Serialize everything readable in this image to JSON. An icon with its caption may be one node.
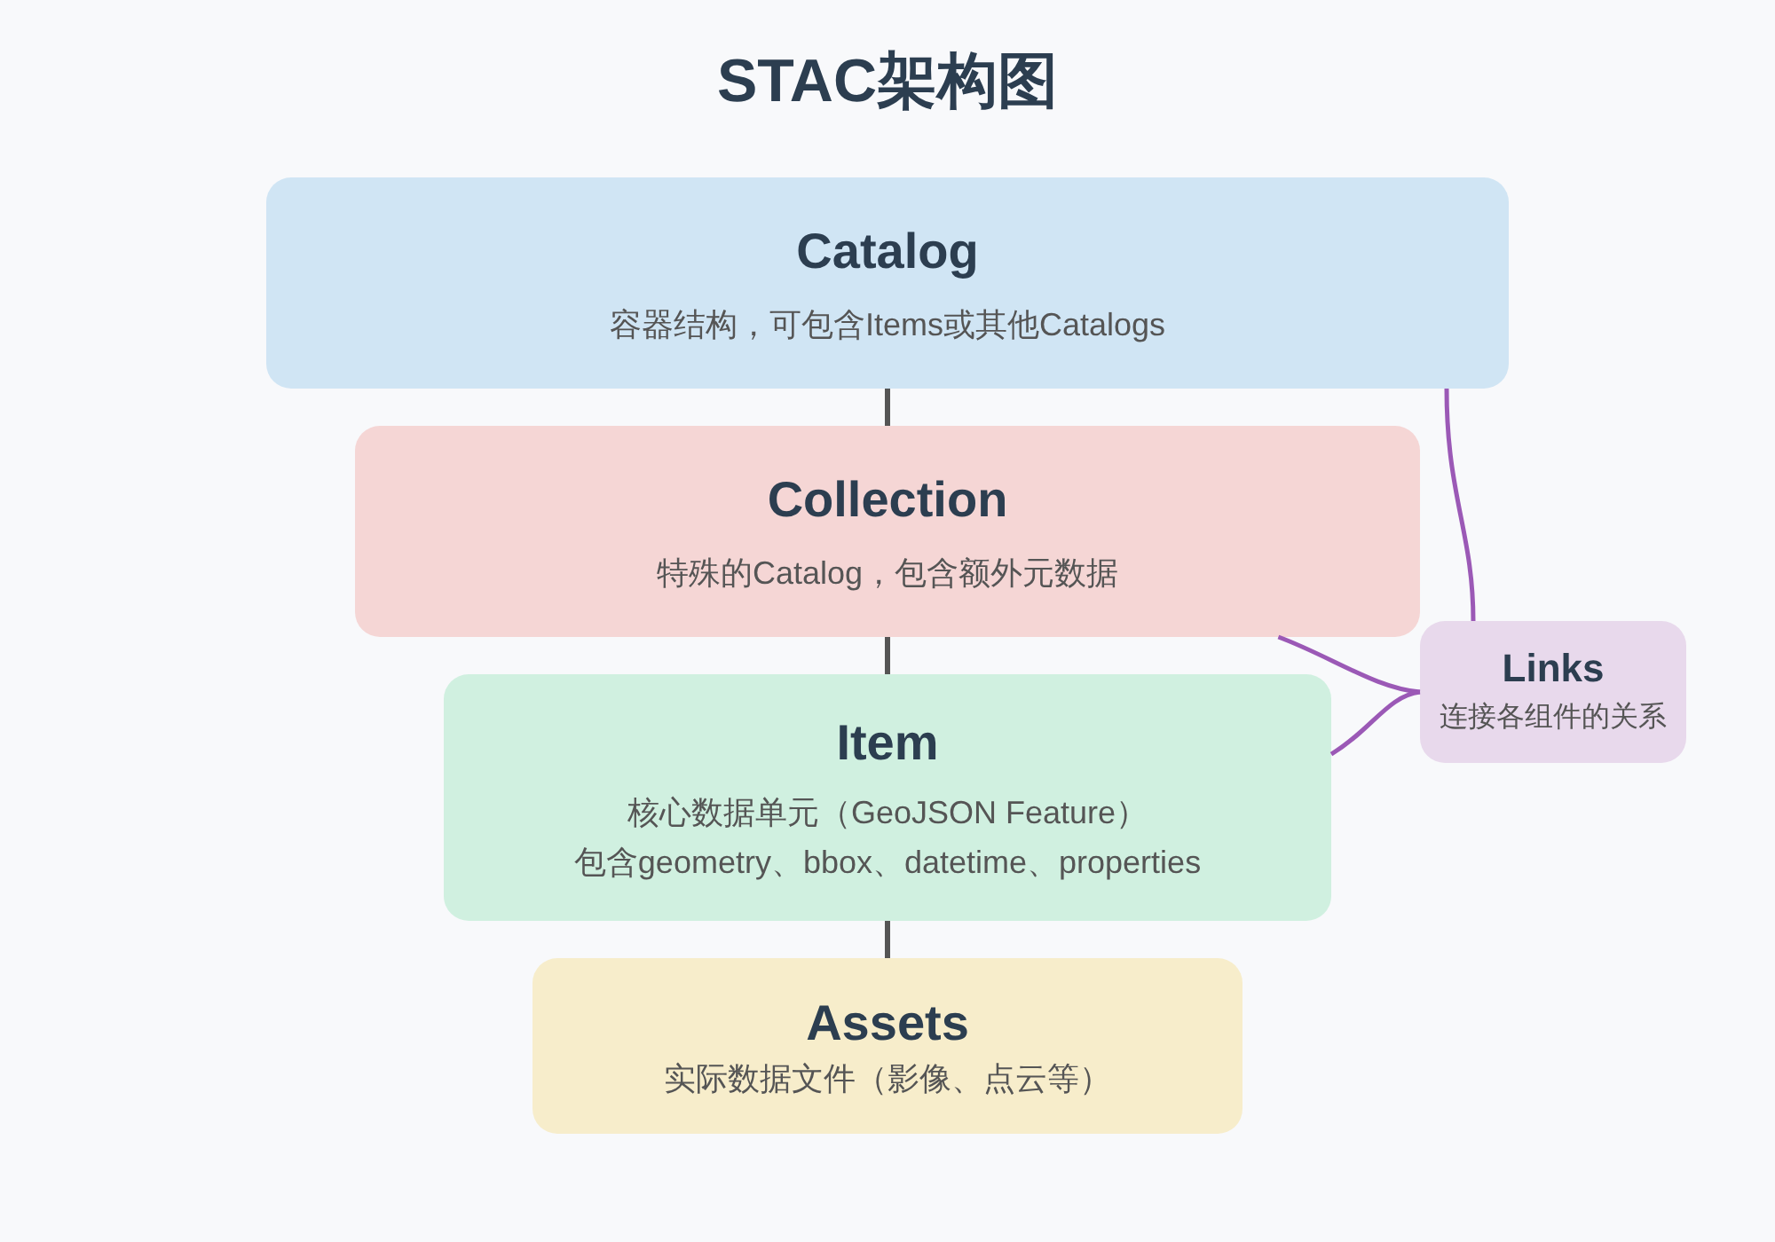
{
  "diagram": {
    "title": "STAC架构图",
    "nodes": [
      {
        "text": [
          "Catalog",
          "容器结构，可包含Items或其他Catalogs"
        ]
      },
      {
        "text": [
          "Collection",
          "特殊的Catalog，包含额外元数据"
        ]
      },
      {
        "text": [
          "Item",
          "核心数据单元（GeoJSON Feature）",
          "包含geometry、bbox、datetime、properties"
        ]
      },
      {
        "text": [
          "Assets",
          "实际数据文件（影像、点云等）"
        ]
      },
      {
        "text": [
          "Links",
          "连接各组件的关系"
        ]
      }
    ],
    "edges": [
      {
        "from": 0,
        "to": 1,
        "arrow": "none"
      },
      {
        "from": 1,
        "to": 2,
        "arrow": "none"
      },
      {
        "from": 2,
        "to": 3,
        "arrow": "none"
      },
      {
        "from": 0,
        "to": 4,
        "arrow": "none",
        "color": "#9b59b6"
      },
      {
        "from": 1,
        "to": 4,
        "arrow": "none",
        "color": "#9b59b6"
      },
      {
        "from": 2,
        "to": 4,
        "arrow": "none",
        "color": "#9b59b6"
      }
    ]
  }
}
